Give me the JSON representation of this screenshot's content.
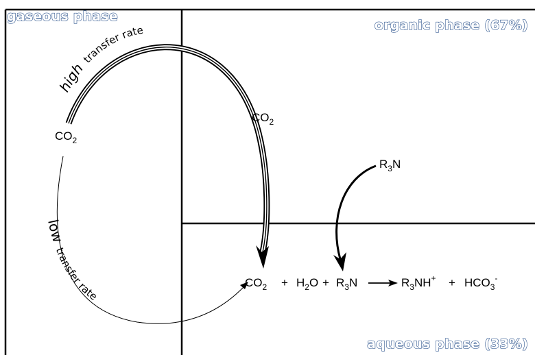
{
  "phases": {
    "gaseous": "gaseous phase",
    "organic": "organic phase (67%)",
    "aqueous": "aqueous phase (33%)"
  },
  "rates": {
    "high_word": "high",
    "high_rest": "transfer rate",
    "low_word": "low",
    "low_rest": "transfer rate"
  },
  "species": {
    "co2_gas": {
      "main": "CO",
      "sub": "2"
    },
    "co2_organic": {
      "main": "CO",
      "sub": "2"
    },
    "amine": {
      "main": "R",
      "sub": "3",
      "tail": "N"
    }
  },
  "reaction": {
    "co2": {
      "main": "CO",
      "sub": "2"
    },
    "plus1": "+",
    "h2o": {
      "main": "H",
      "sub": "2",
      "tail": "O"
    },
    "plus2": "+",
    "r3n": {
      "main": "R",
      "sub": "3",
      "tail": "N"
    },
    "product1": {
      "main": "R",
      "sub": "3",
      "tail": "NH",
      "sup": "+"
    },
    "plus3": "+",
    "product2": {
      "main": "HCO",
      "sub": "3",
      "sup": "-"
    }
  }
}
